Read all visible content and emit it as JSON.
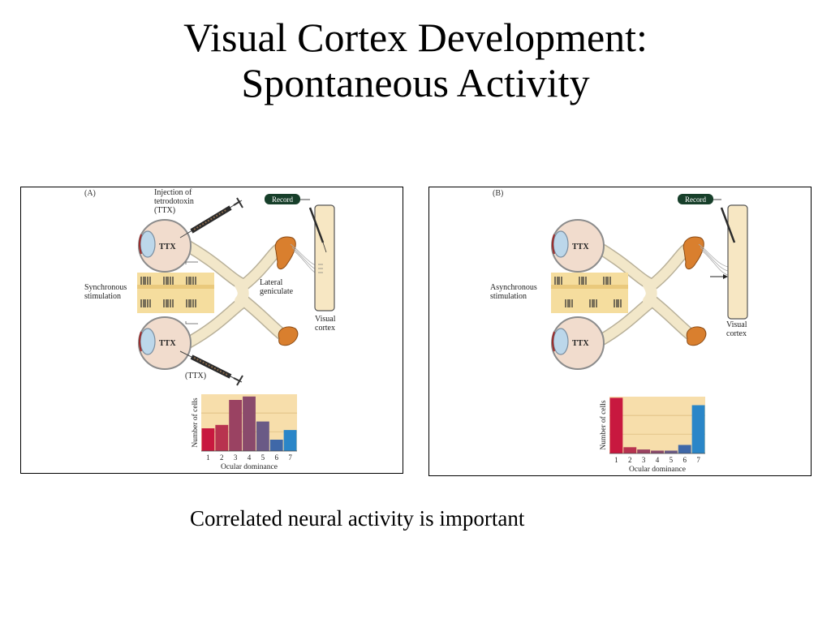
{
  "slide": {
    "title_line1": "Visual Cortex Development:",
    "title_line2": "Spontaneous Activity",
    "caption": "Correlated neural activity is important"
  },
  "panels": [
    {
      "label": "(A)",
      "injection_label": [
        "Injection of",
        "tetrodotoxin",
        "(TTX)"
      ],
      "ttx_bottom_label": "(TTX)",
      "eye_label": "TTX",
      "record_label": "Record",
      "stimulation_label": [
        "Synchronous",
        "stimulation"
      ],
      "lateral_geniculate_label": [
        "Lateral",
        "geniculate"
      ],
      "visual_cortex_label": [
        "Visual",
        "cortex"
      ]
    },
    {
      "label": "(B)",
      "eye_label": "TTX",
      "record_label": "Record",
      "stimulation_label": [
        "Asynchronous",
        "stimulation"
      ],
      "visual_cortex_label": [
        "Visual",
        "cortex"
      ]
    }
  ],
  "chart_data": [
    {
      "type": "bar",
      "title": "",
      "xlabel": "Ocular dominance",
      "ylabel": "Number of cells",
      "categories": [
        "1",
        "2",
        "3",
        "4",
        "5",
        "6",
        "7"
      ],
      "values": [
        40,
        46,
        90,
        96,
        52,
        20,
        37
      ],
      "ylim": [
        0,
        100
      ],
      "colors": [
        "#c8183f",
        "#b8334f",
        "#9a4262",
        "#8a4a6c",
        "#6a5a86",
        "#3f68a8",
        "#2a86c8"
      ]
    },
    {
      "type": "bar",
      "title": "",
      "xlabel": "Ocular dominance",
      "ylabel": "Number of cells",
      "categories": [
        "1",
        "2",
        "3",
        "4",
        "5",
        "6",
        "7"
      ],
      "values": [
        98,
        11,
        7,
        5,
        5,
        15,
        85
      ],
      "ylim": [
        0,
        100
      ],
      "colors": [
        "#c8183f",
        "#b8334f",
        "#9a4262",
        "#8a4a6c",
        "#6a5a86",
        "#3f68a8",
        "#2a86c8"
      ]
    }
  ]
}
